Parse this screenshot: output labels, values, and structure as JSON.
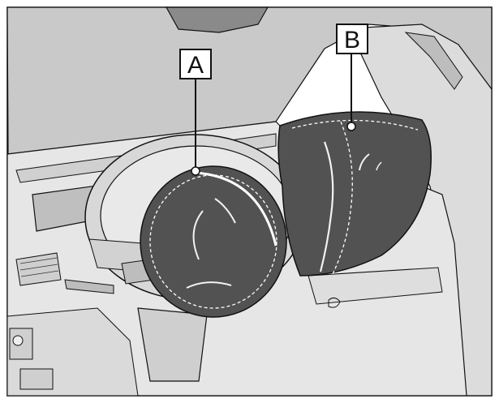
{
  "figure": {
    "callouts": [
      {
        "id": "A",
        "label": "A"
      },
      {
        "id": "B",
        "label": "B"
      }
    ]
  },
  "colors": {
    "background": "#ffffff",
    "line_art": "#111111",
    "interior_fill": "#e6e6e6",
    "windshield_fill": "#c9c9c9",
    "airbag_fill": "#525252"
  }
}
